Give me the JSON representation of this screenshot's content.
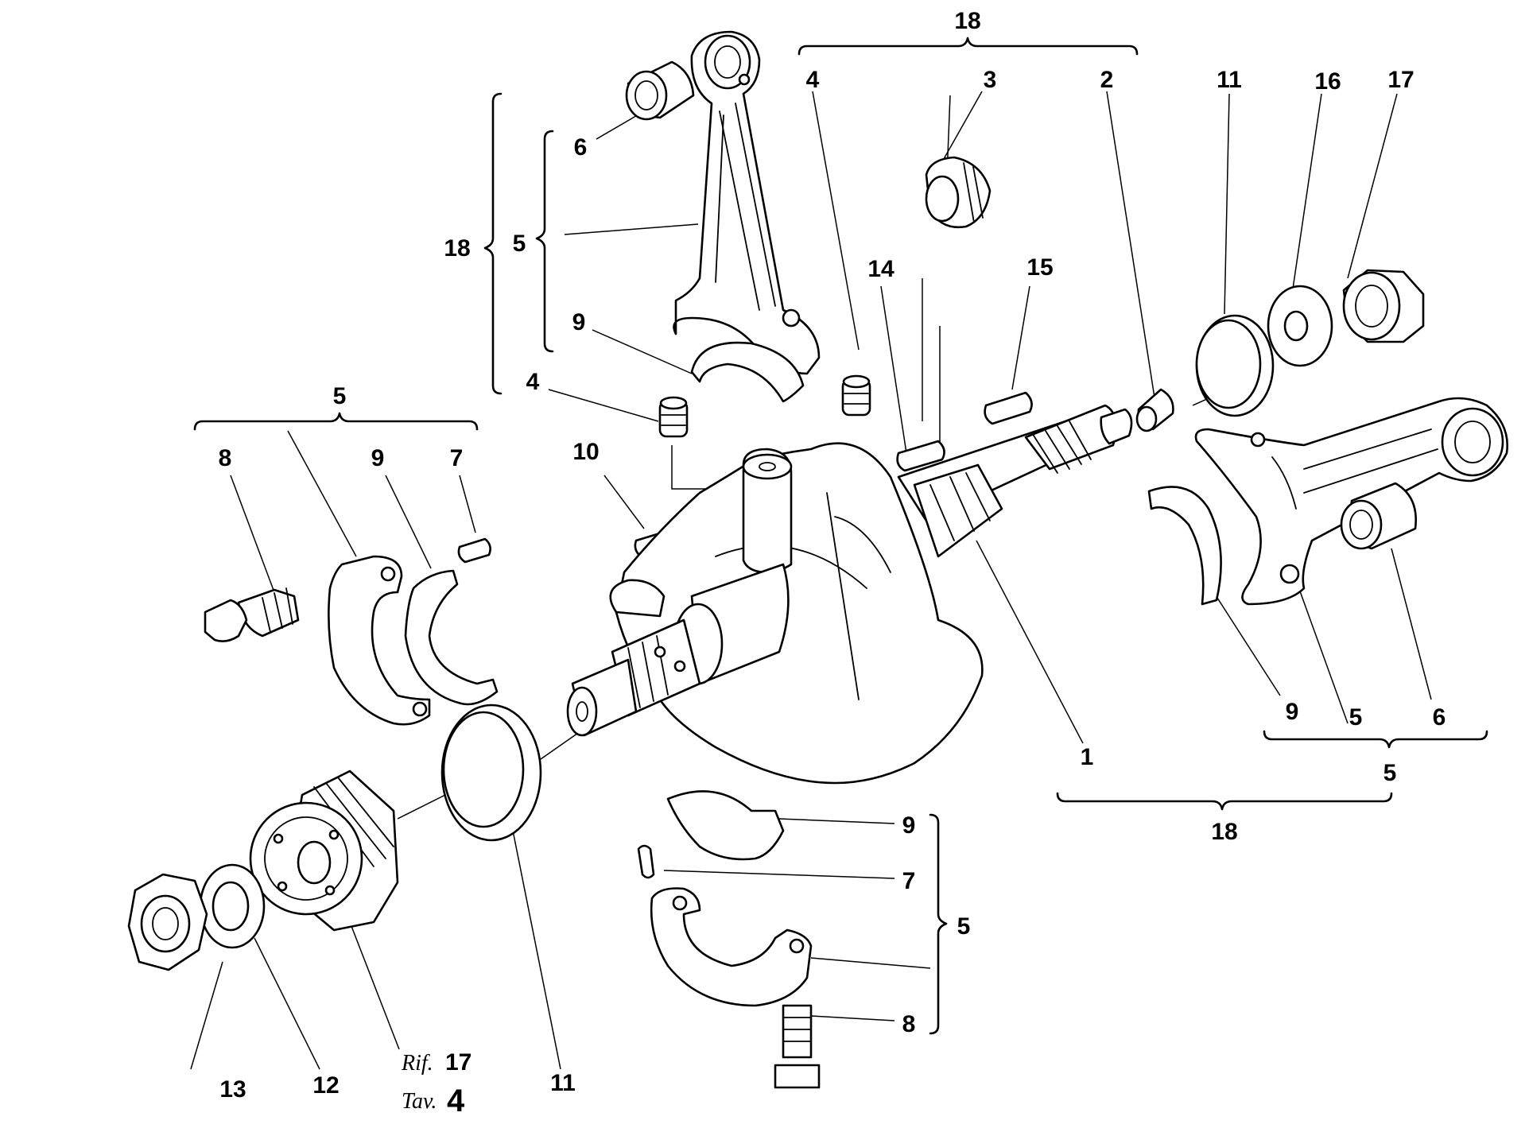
{
  "diagram": {
    "callouts": {
      "c18_top": "18",
      "c4_top": "4",
      "c3": "3",
      "c2": "2",
      "c11_top": "11",
      "c16": "16",
      "c17": "17",
      "c6_top": "6",
      "c18_left": "18",
      "c5_left": "5",
      "c9_top": "9",
      "c14": "14",
      "c15": "15",
      "c4_mid": "4",
      "c5_midleft": "5",
      "c8_left": "8",
      "c9_left": "9",
      "c7_left": "7",
      "c10": "10",
      "c1": "1",
      "c9_right": "9",
      "c5_right": "5",
      "c6_right": "6",
      "c5_rightgroup": "5",
      "c18_bottom": "18",
      "c9_bottom": "9",
      "c7_bottom": "7",
      "c5_bottomgroup": "5",
      "c8_bottom": "8",
      "c13": "13",
      "c12": "12",
      "c11_bottom": "11"
    },
    "reference": {
      "rif_label": "Rif.",
      "rif_value": "17",
      "tav_label": "Tav.",
      "tav_value": "4"
    }
  }
}
